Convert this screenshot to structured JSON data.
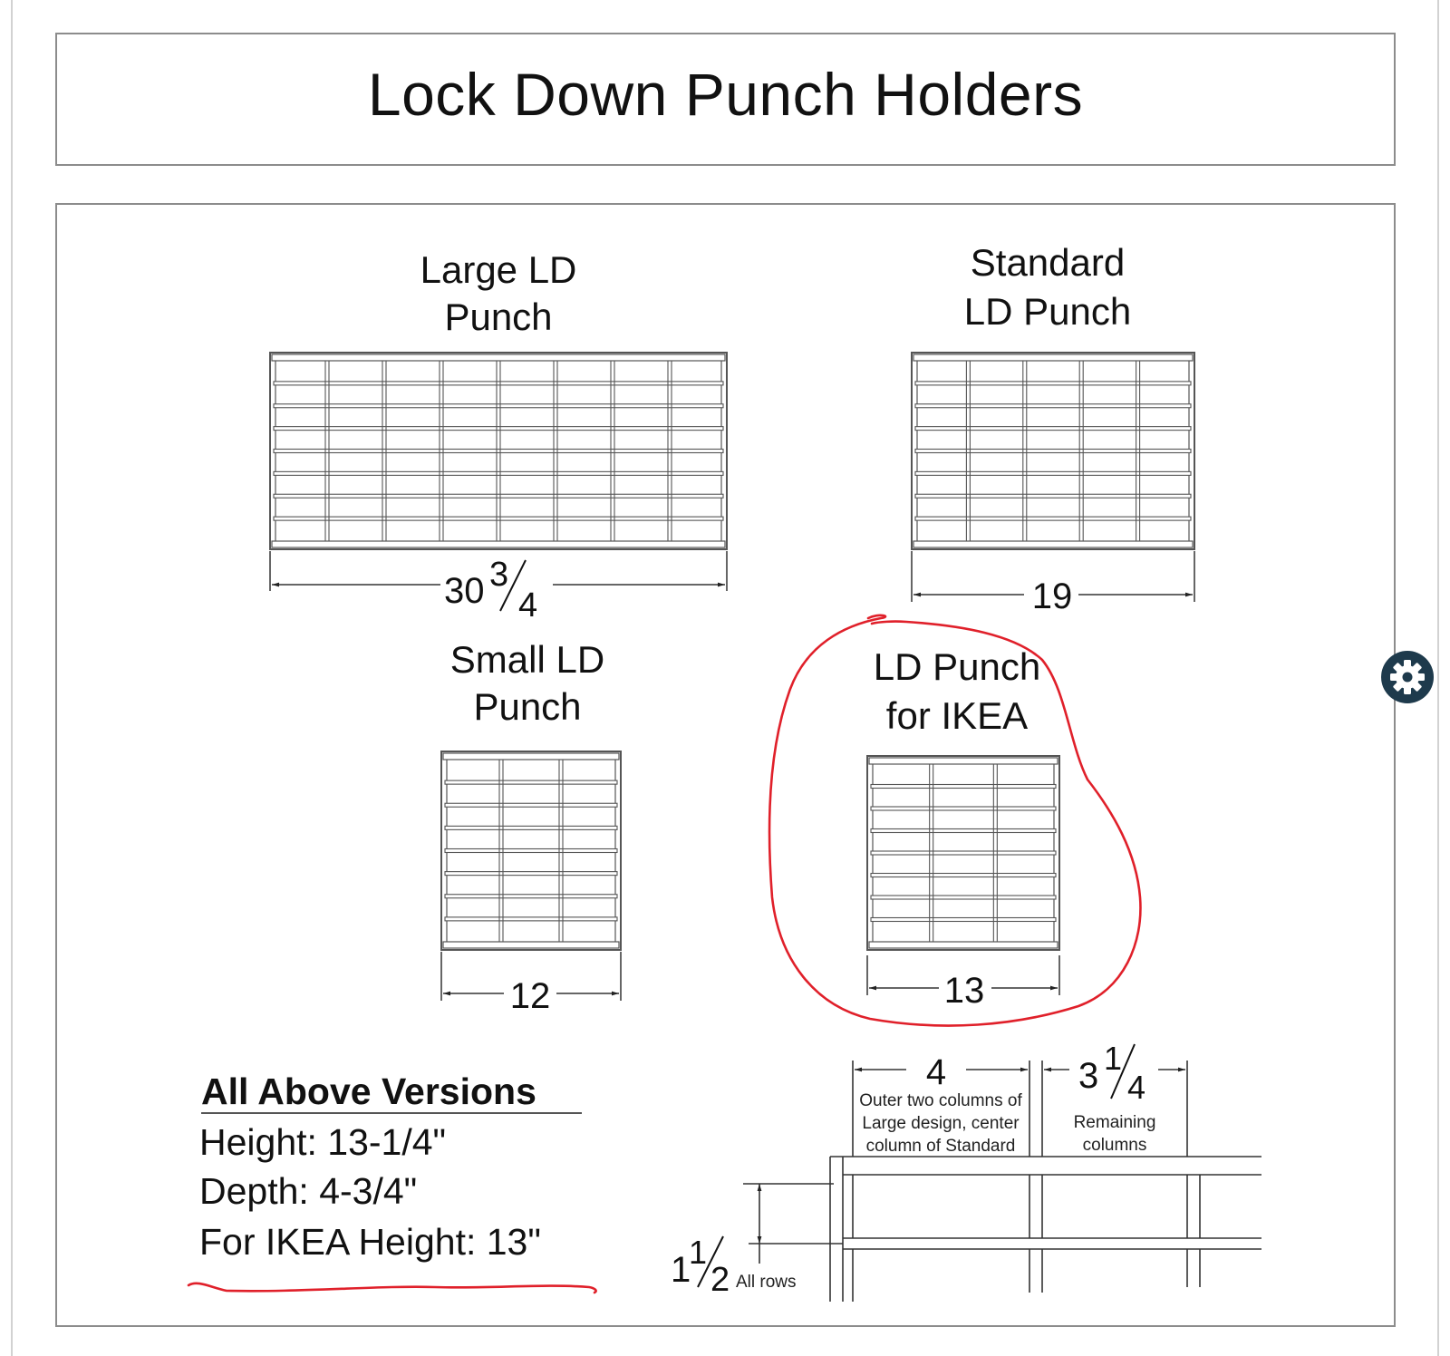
{
  "title": "Lock Down Punch Holders",
  "holders": [
    {
      "id": "large",
      "label_lines": [
        "Large LD",
        "Punch"
      ],
      "width": {
        "whole": "30",
        "num": "3",
        "den": "4"
      },
      "columns": 8,
      "rows": 8
    },
    {
      "id": "standard",
      "label_lines": [
        "Standard",
        "LD Punch"
      ],
      "width": {
        "whole": "19"
      },
      "columns": 5,
      "rows": 8
    },
    {
      "id": "small",
      "label_lines": [
        "Small LD",
        "Punch"
      ],
      "width": {
        "whole": "12"
      },
      "columns": 3,
      "rows": 8
    },
    {
      "id": "ikea",
      "label_lines": [
        "LD Punch",
        "for IKEA"
      ],
      "width": {
        "whole": "13"
      },
      "columns": 3,
      "rows": 8
    }
  ],
  "specs": {
    "heading": "All Above Versions",
    "lines": [
      "Height: 13-1/4\"",
      "Depth: 4-3/4\"",
      "For IKEA Height: 13\""
    ]
  },
  "detail": {
    "outer_col": {
      "value": "4",
      "note_lines": [
        "Outer two columns of",
        "Large design, center",
        "column of Standard"
      ]
    },
    "remaining_col": {
      "whole": "3",
      "num": "1",
      "den": "4",
      "note_lines": [
        "Remaining",
        "columns"
      ]
    },
    "row": {
      "whole": "1",
      "num": "1",
      "den": "2",
      "note": "All rows"
    }
  },
  "annotation_color": "#e0202a",
  "settings_icon": "gear-icon"
}
